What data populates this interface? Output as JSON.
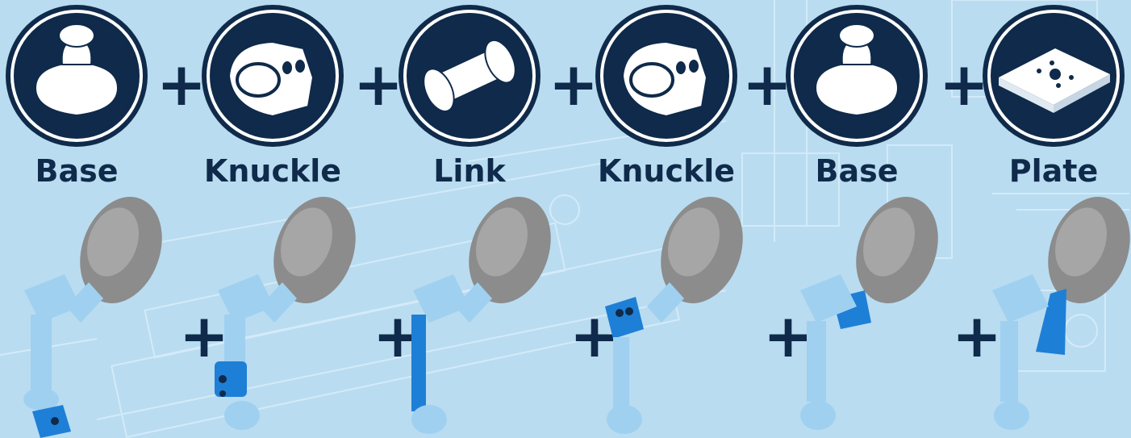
{
  "steps": [
    {
      "label": "Base",
      "icon": "base-icon",
      "highlight": "base"
    },
    {
      "label": "Knuckle",
      "icon": "knuckle-icon",
      "highlight": "knuckle"
    },
    {
      "label": "Link",
      "icon": "link-icon",
      "highlight": "link"
    },
    {
      "label": "Knuckle",
      "icon": "knuckle-icon",
      "highlight": "knuckle"
    },
    {
      "label": "Base",
      "icon": "base-icon",
      "highlight": "base"
    },
    {
      "label": "Plate",
      "icon": "plate-icon",
      "highlight": "plate"
    }
  ],
  "plus_symbol": "+",
  "colors": {
    "background": "#b9dcf0",
    "navy": "#0f2a4a",
    "part_light": "#9fd0f0",
    "part_highlight": "#1e7fd6",
    "head_gray": "#8c8c8c"
  }
}
